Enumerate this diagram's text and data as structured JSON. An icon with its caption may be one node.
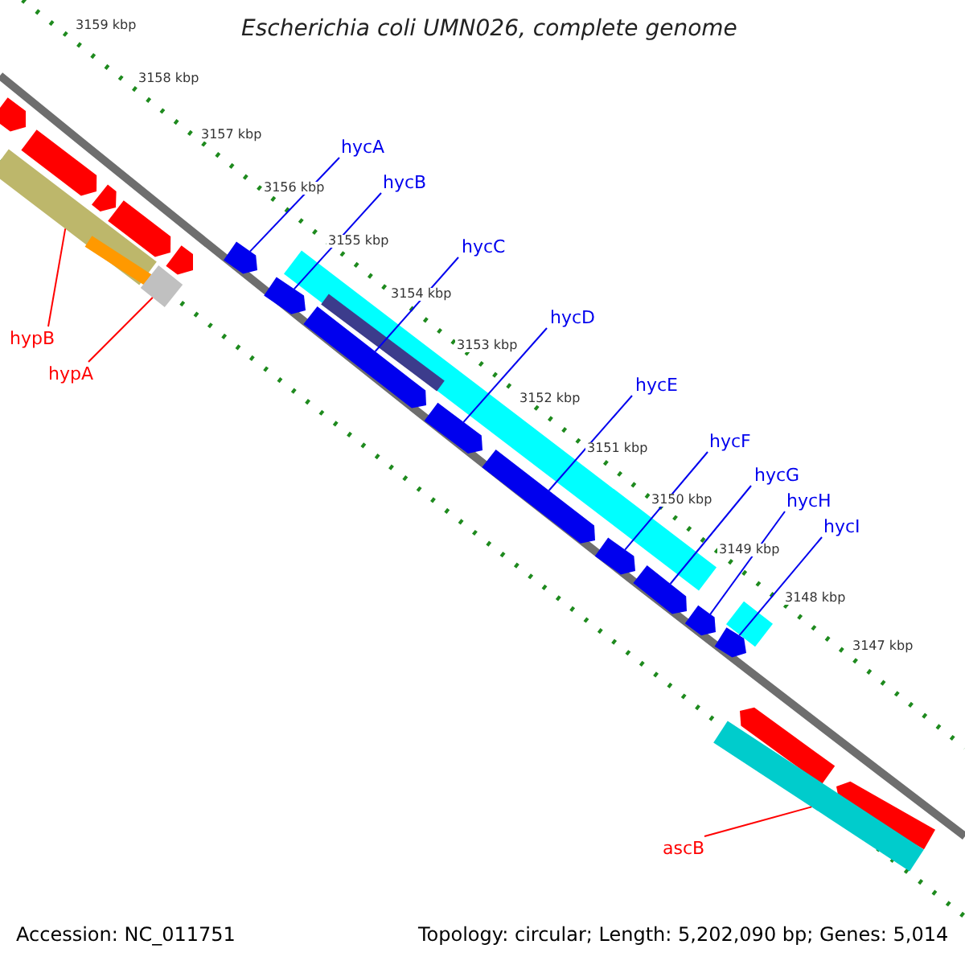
{
  "diagram": {
    "title": "Escherichia coli UMN026, complete genome",
    "nodes": [
      {
        "text": [
          "hycA"
        ]
      },
      {
        "text": [
          "hycB"
        ]
      },
      {
        "text": [
          "hycC"
        ]
      },
      {
        "text": [
          "hycD"
        ]
      },
      {
        "text": [
          "hycE"
        ]
      },
      {
        "text": [
          "hycF"
        ]
      },
      {
        "text": [
          "hycG"
        ]
      },
      {
        "text": [
          "hycH"
        ]
      },
      {
        "text": [
          "hycI"
        ]
      },
      {
        "text": [
          "hypB"
        ]
      },
      {
        "text": [
          "hypA"
        ]
      },
      {
        "text": [
          "ascB"
        ]
      },
      {
        "text": [],
        "shape": "bar"
      },
      {
        "text": [],
        "shape": "bar"
      },
      {
        "text": [],
        "shape": "bar"
      },
      {
        "text": [],
        "shape": "bar"
      },
      {
        "text": [],
        "shape": "bar"
      },
      {
        "text": [],
        "shape": "bar"
      },
      {
        "text": [],
        "shape": "bar"
      },
      {
        "text": [],
        "shape": "bar"
      },
      {
        "text": [],
        "shape": "bar"
      },
      {
        "text": [],
        "shape": "bar"
      },
      {
        "text": [],
        "shape": "bar"
      },
      {
        "text": [],
        "shape": "bar"
      }
    ],
    "edges": [
      {
        "from": 0,
        "to": 12,
        "arrow": "none"
      },
      {
        "from": 1,
        "to": 13,
        "arrow": "none"
      },
      {
        "from": 2,
        "to": 14,
        "arrow": "none"
      },
      {
        "from": 3,
        "to": 15,
        "arrow": "none"
      },
      {
        "from": 4,
        "to": 16,
        "arrow": "none"
      },
      {
        "from": 5,
        "to": 17,
        "arrow": "none"
      },
      {
        "from": 6,
        "to": 18,
        "arrow": "none"
      },
      {
        "from": 7,
        "to": 19,
        "arrow": "none"
      },
      {
        "from": 8,
        "to": 20,
        "arrow": "none"
      },
      {
        "from": 9,
        "to": 21,
        "arrow": "none",
        "color": "#ff0000"
      },
      {
        "from": 10,
        "to": 22,
        "arrow": "none",
        "color": "#ff0000"
      },
      {
        "from": 11,
        "to": 23,
        "arrow": "none",
        "color": "#ff0000"
      }
    ],
    "labels": [
      "3159 kbp",
      "3158 kbp",
      "3157 kbp",
      "3156 kbp",
      "3155 kbp",
      "3154 kbp",
      "3153 kbp",
      "3152 kbp",
      "3151 kbp",
      "3150 kbp",
      "3149 kbp",
      "3148 kbp",
      "3147 kbp",
      "Accession: NC_011751",
      "Topology: circular; Length: 5,202,090 bp; Genes: 5,014"
    ]
  }
}
